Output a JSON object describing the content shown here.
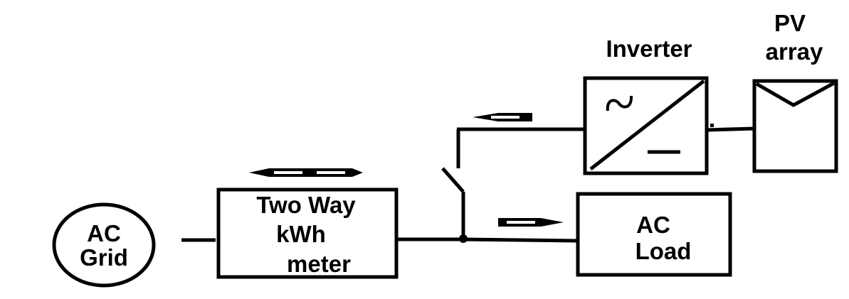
{
  "diagram": {
    "grid": {
      "line1": "AC",
      "line2": "Grid"
    },
    "meter": {
      "line1": "Two Way",
      "line2": "kWh",
      "line3": "meter"
    },
    "inverter": {
      "label": "Inverter"
    },
    "pv": {
      "line1": "PV",
      "line2": "array"
    },
    "load": {
      "line1": "AC",
      "line2": "Load"
    },
    "colors": {
      "stroke": "#000000",
      "background": "#ffffff"
    }
  }
}
